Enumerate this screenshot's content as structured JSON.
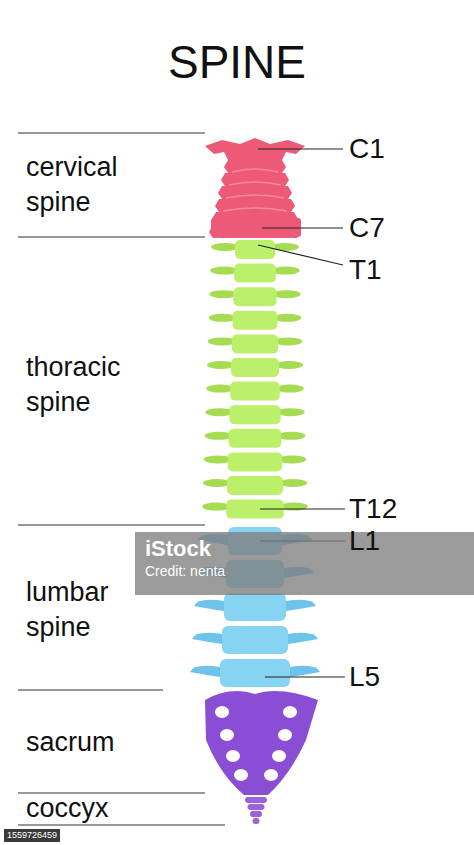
{
  "diagram": {
    "title": "SPINE",
    "labels": [
      "cervical spine",
      "thoracic spine",
      "lumbar spine",
      "sacrum",
      "coccyx",
      "C1",
      "C7",
      "T1",
      "T12",
      "L1",
      "L5",
      "iStock",
      "Credit: nenta",
      "1559726459"
    ]
  }
}
